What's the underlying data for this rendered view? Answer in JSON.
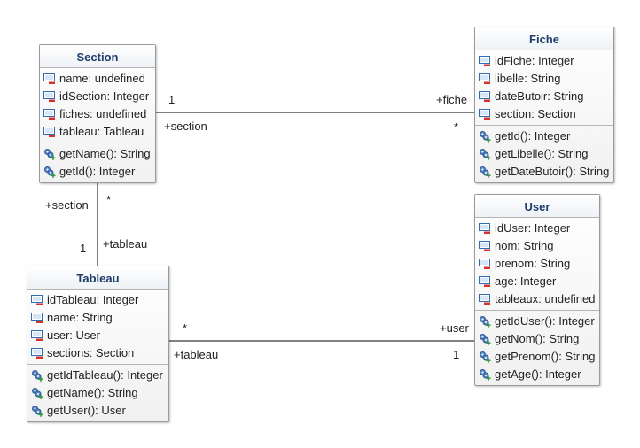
{
  "classes": {
    "section": {
      "title": "Section",
      "attributes": [
        "name: undefined",
        "idSection: Integer",
        "fiches: undefined",
        "tableau: Tableau"
      ],
      "operations": [
        "getName(): String",
        "getId(): Integer"
      ]
    },
    "fiche": {
      "title": "Fiche",
      "attributes": [
        "idFiche: Integer",
        "libelle: String",
        "dateButoir: String",
        "section: Section"
      ],
      "operations": [
        "getId(): Integer",
        "getLibelle(): String",
        "getDateButoir(): String"
      ]
    },
    "tableau": {
      "title": "Tableau",
      "attributes": [
        "idTableau: Integer",
        "name: String",
        "user: User",
        "sections: Section"
      ],
      "operations": [
        "getIdTableau(): Integer",
        "getName(): String",
        "getUser(): User"
      ]
    },
    "user": {
      "title": "User",
      "attributes": [
        "idUser: Integer",
        "nom: String",
        "prenom: String",
        "age: Integer",
        "tableaux: undefined"
      ],
      "operations": [
        "getIdUser(): Integer",
        "getNom(): String",
        "getPrenom(): String",
        "getAge(): Integer"
      ]
    }
  },
  "associations": {
    "section_fiche": {
      "left_mult": "1",
      "left_role": "+section",
      "right_mult": "*",
      "right_role": "+fiche"
    },
    "section_tableau": {
      "top_mult": "*",
      "top_role": "+section",
      "bottom_mult": "1",
      "bottom_role": "+tableau"
    },
    "tableau_user": {
      "left_mult": "*",
      "left_role": "+tableau",
      "right_mult": "1",
      "right_role": "+user"
    }
  },
  "icons": {
    "attribute": "attribute-private-icon",
    "operation": "operation-public-icon"
  },
  "colors": {
    "title": "#1f3d6b",
    "line": "#000000",
    "attr_icon": "#2f6db5",
    "private_marker": "#d9312b",
    "public_marker": "#2e9a3c"
  }
}
